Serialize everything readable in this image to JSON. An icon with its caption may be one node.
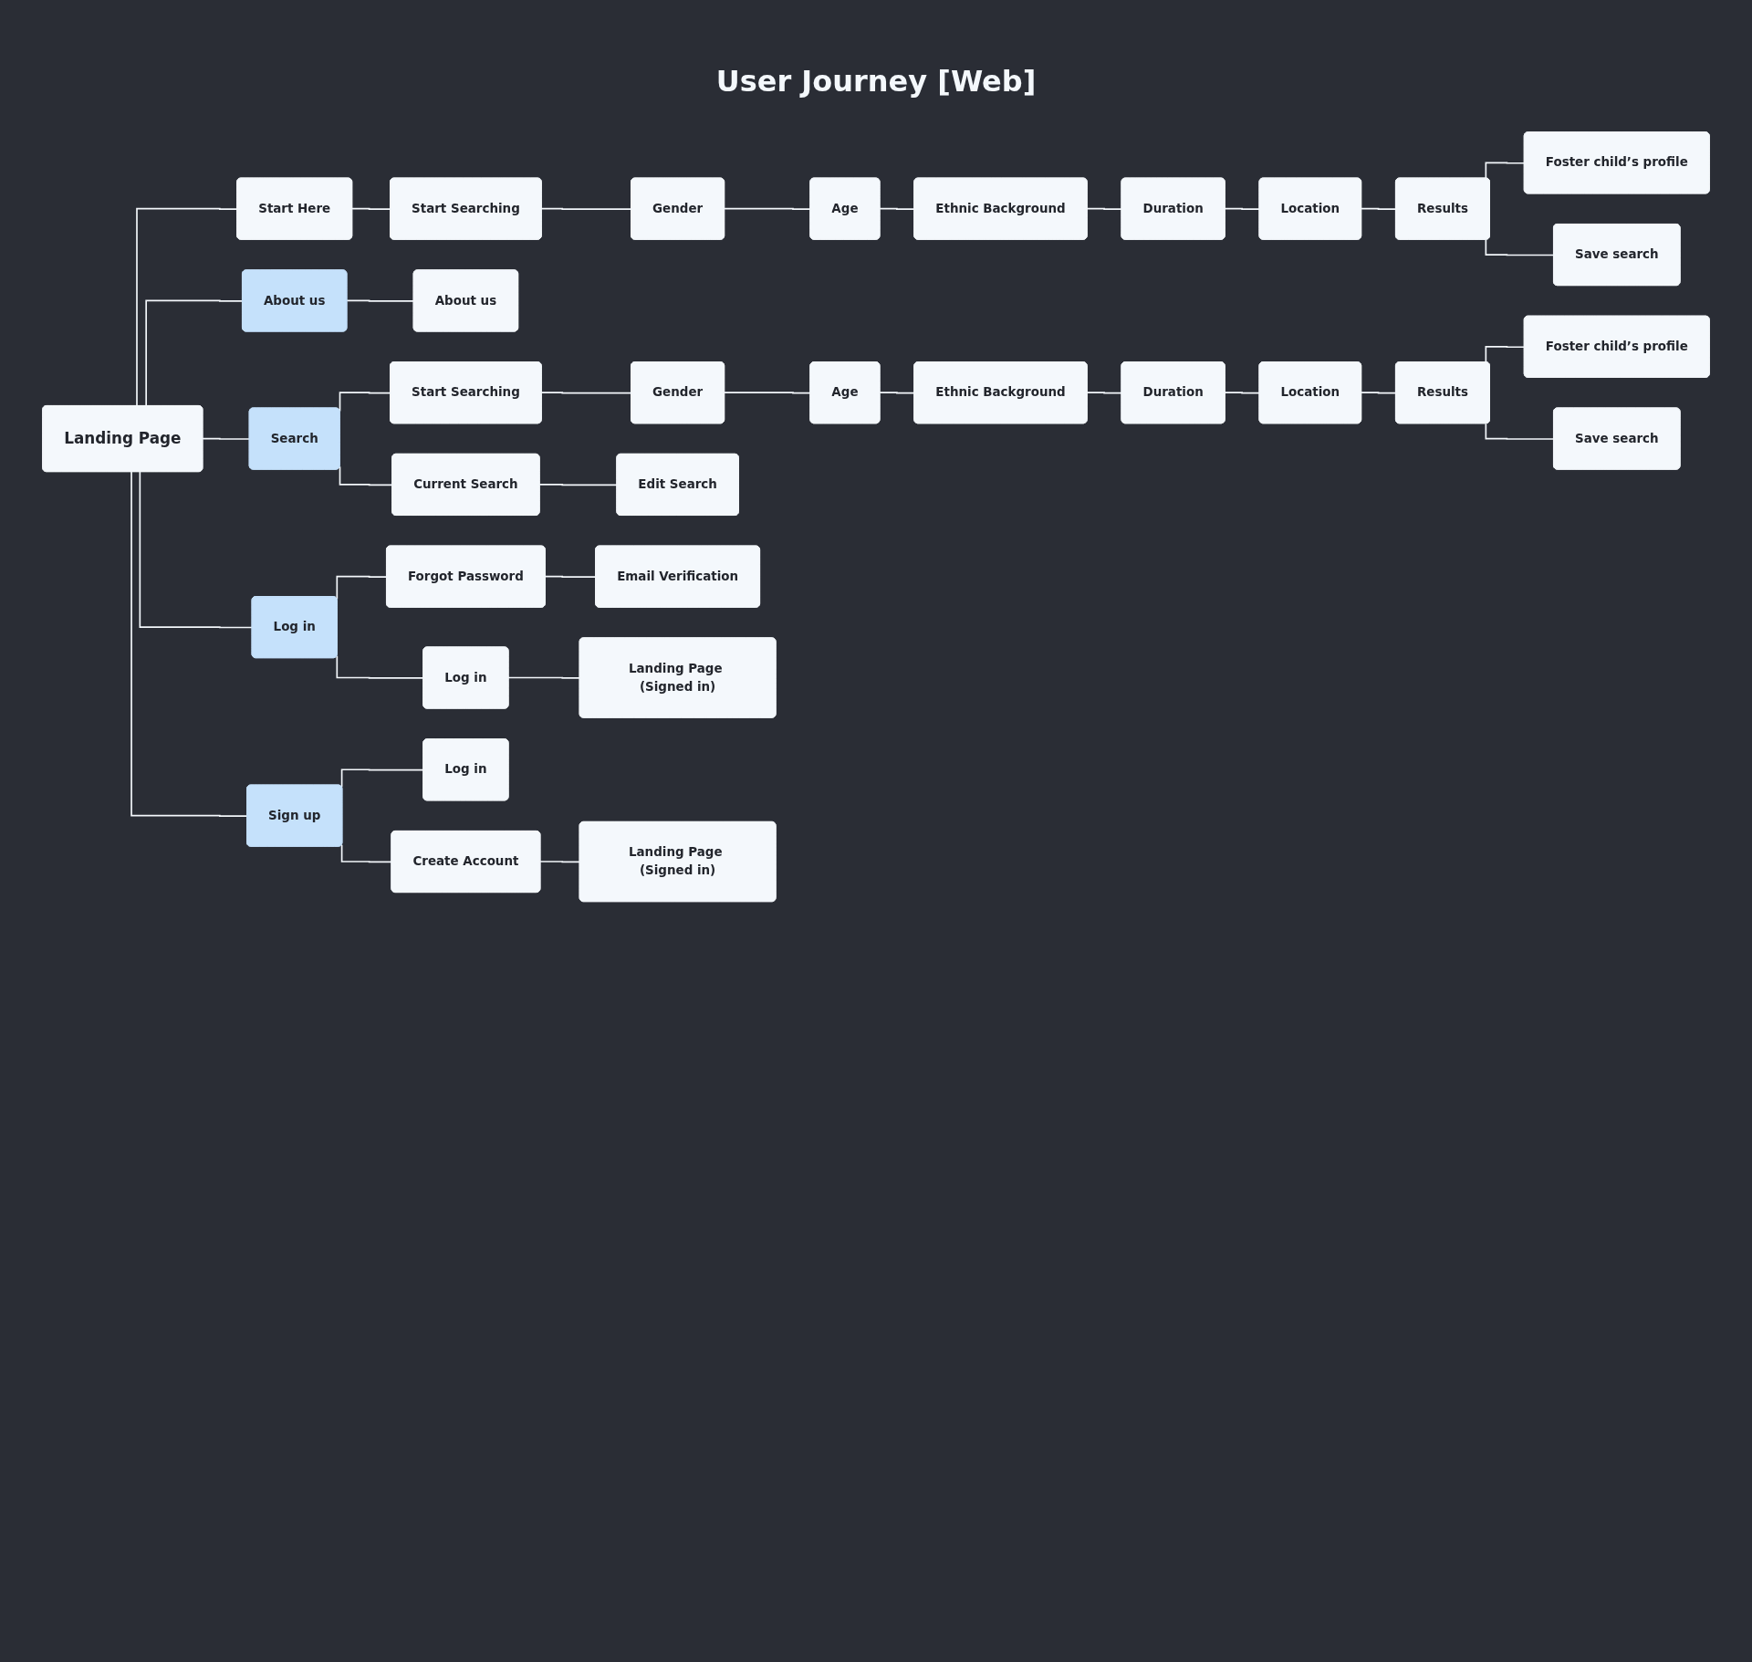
{
  "diagram": {
    "title": "User Journey [Web]",
    "nodes": [
      {
        "text": [
          "Landing Page"
        ]
      },
      {
        "text": [
          "Start Here"
        ]
      },
      {
        "text": [
          "Start Searching"
        ]
      },
      {
        "text": [
          "Gender"
        ]
      },
      {
        "text": [
          "Age"
        ]
      },
      {
        "text": [
          "Ethnic Background"
        ]
      },
      {
        "text": [
          "Duration"
        ]
      },
      {
        "text": [
          "Location"
        ]
      },
      {
        "text": [
          "Results"
        ]
      },
      {
        "text": [
          "Foster child’s profile"
        ]
      },
      {
        "text": [
          "Save search"
        ]
      },
      {
        "text": [
          "About us"
        ]
      },
      {
        "text": [
          "About us"
        ]
      },
      {
        "text": [
          "Search"
        ]
      },
      {
        "text": [
          "Start Searching"
        ]
      },
      {
        "text": [
          "Gender"
        ]
      },
      {
        "text": [
          "Age"
        ]
      },
      {
        "text": [
          "Ethnic Background"
        ]
      },
      {
        "text": [
          "Duration"
        ]
      },
      {
        "text": [
          "Location"
        ]
      },
      {
        "text": [
          "Results"
        ]
      },
      {
        "text": [
          "Foster child’s profile"
        ]
      },
      {
        "text": [
          "Save search"
        ]
      },
      {
        "text": [
          "Current Search"
        ]
      },
      {
        "text": [
          "Edit Search"
        ]
      },
      {
        "text": [
          "Log in"
        ]
      },
      {
        "text": [
          "Forgot Password"
        ]
      },
      {
        "text": [
          "Email Verification"
        ]
      },
      {
        "text": [
          "Log in"
        ]
      },
      {
        "text": [
          "Landing Page (Signed in)"
        ]
      },
      {
        "text": [
          "Sign up"
        ]
      },
      {
        "text": [
          "Log in"
        ]
      },
      {
        "text": [
          "Create Account"
        ]
      },
      {
        "text": [
          "Landing Page (Signed in)"
        ]
      }
    ],
    "edges": [
      {
        "from": 0,
        "to": 1,
        "arrow": "none"
      },
      {
        "from": 1,
        "to": 2,
        "arrow": "none"
      },
      {
        "from": 2,
        "to": 3,
        "arrow": "none"
      },
      {
        "from": 3,
        "to": 4,
        "arrow": "none"
      },
      {
        "from": 4,
        "to": 5,
        "arrow": "none"
      },
      {
        "from": 5,
        "to": 6,
        "arrow": "none"
      },
      {
        "from": 6,
        "to": 7,
        "arrow": "none"
      },
      {
        "from": 7,
        "to": 8,
        "arrow": "none"
      },
      {
        "from": 8,
        "to": 9,
        "arrow": "none"
      },
      {
        "from": 8,
        "to": 10,
        "arrow": "none"
      },
      {
        "from": 0,
        "to": 11,
        "arrow": "none"
      },
      {
        "from": 11,
        "to": 12,
        "arrow": "none"
      },
      {
        "from": 0,
        "to": 13,
        "arrow": "none"
      },
      {
        "from": 13,
        "to": 14,
        "arrow": "none"
      },
      {
        "from": 14,
        "to": 15,
        "arrow": "none"
      },
      {
        "from": 15,
        "to": 16,
        "arrow": "none"
      },
      {
        "from": 16,
        "to": 17,
        "arrow": "none"
      },
      {
        "from": 17,
        "to": 18,
        "arrow": "none"
      },
      {
        "from": 18,
        "to": 19,
        "arrow": "none"
      },
      {
        "from": 19,
        "to": 20,
        "arrow": "none"
      },
      {
        "from": 20,
        "to": 21,
        "arrow": "none"
      },
      {
        "from": 20,
        "to": 22,
        "arrow": "none"
      },
      {
        "from": 13,
        "to": 23,
        "arrow": "none"
      },
      {
        "from": 23,
        "to": 24,
        "arrow": "none"
      },
      {
        "from": 0,
        "to": 25,
        "arrow": "none"
      },
      {
        "from": 25,
        "to": 26,
        "arrow": "none"
      },
      {
        "from": 26,
        "to": 27,
        "arrow": "none"
      },
      {
        "from": 25,
        "to": 28,
        "arrow": "none"
      },
      {
        "from": 28,
        "to": 29,
        "arrow": "none"
      },
      {
        "from": 0,
        "to": 30,
        "arrow": "none"
      },
      {
        "from": 30,
        "to": 31,
        "arrow": "none"
      },
      {
        "from": 30,
        "to": 32,
        "arrow": "none"
      },
      {
        "from": 32,
        "to": 33,
        "arrow": "none"
      }
    ]
  }
}
